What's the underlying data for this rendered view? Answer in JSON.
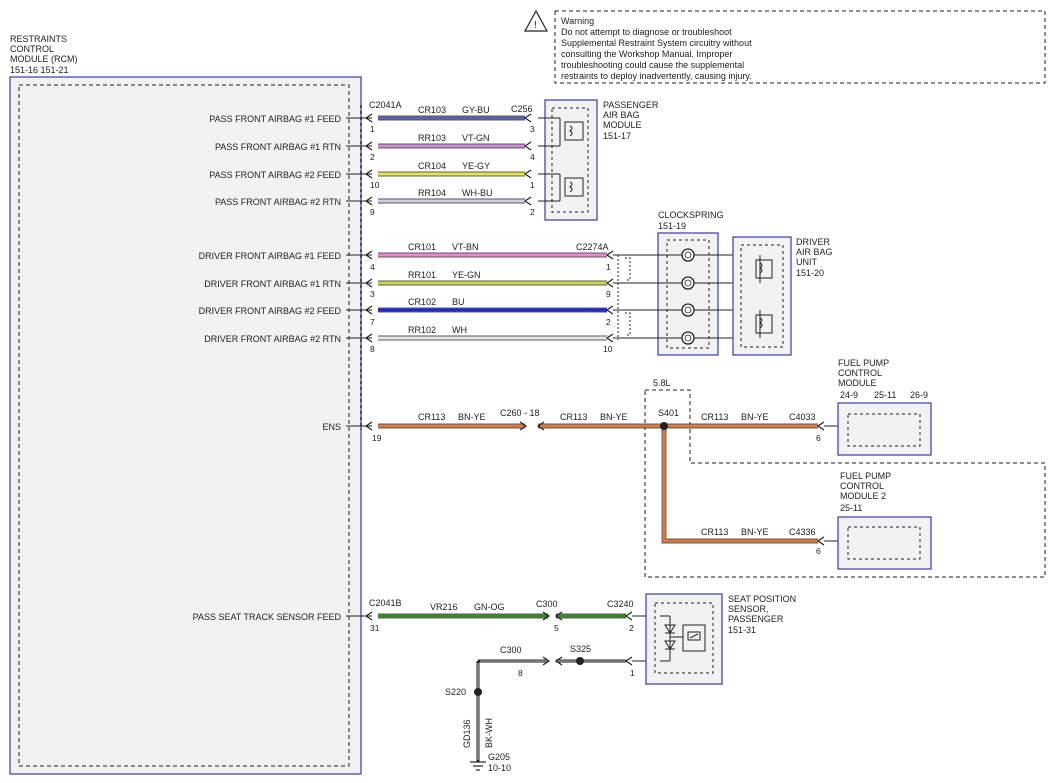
{
  "warning": {
    "lines": [
      "Warning",
      "Do not attempt to diagnose or troubleshoot",
      "Supplemental Restraint System circuitry without",
      "consulting the Workshop Manual. Improper",
      "troubleshooting could cause the supplemental",
      "restraints to deploy inadvertently, causing injury."
    ]
  },
  "rcm": {
    "title_lines": [
      "RESTRAINTS",
      "CONTROL",
      "MODULE (RCM)"
    ],
    "refs": "151-16   151-21",
    "pins": [
      "PASS FRONT AIRBAG #1 FEED",
      "PASS FRONT AIRBAG #1 RTN",
      "PASS FRONT AIRBAG #2 FEED",
      "PASS FRONT AIRBAG #2 RTN",
      "DRIVER FRONT AIRBAG #1 FEED",
      "DRIVER FRONT AIRBAG #1 RTN",
      "DRIVER FRONT AIRBAG #2 FEED",
      "DRIVER FRONT AIRBAG #2 RTN",
      "ENS",
      "PASS SEAT TRACK SENSOR FEED"
    ]
  },
  "connectors": {
    "c2041a": "C2041A",
    "c256": "C256",
    "c2274a": "C2274A",
    "c260": "C260 - 18",
    "s401": "S401",
    "c4033": "C4033",
    "c4336": "C4336",
    "c2041b": "C2041B",
    "c300a": "C300",
    "c3240": "C3240",
    "c300b": "C300",
    "s325": "S325",
    "s220": "S220",
    "g205": "G205",
    "g205_ref": "10-10"
  },
  "pin_numbers": {
    "rcm_pass": [
      "1",
      "2",
      "10",
      "9"
    ],
    "pab": [
      "3",
      "4",
      "1",
      "2"
    ],
    "rcm_driver": [
      "4",
      "3",
      "7",
      "8"
    ],
    "cs": [
      "1",
      "9",
      "2",
      "10"
    ],
    "ens_rcm": "19",
    "fp1": "6",
    "fp2": "6",
    "seat_rcm": "31",
    "seat_c300": "5",
    "seat_c3240": "2",
    "seat_c3240_b": "1",
    "seat_c300_b": "8"
  },
  "wires": {
    "pass": [
      {
        "circuit": "CR103",
        "color": "GY-BU"
      },
      {
        "circuit": "RR103",
        "color": "VT-GN"
      },
      {
        "circuit": "CR104",
        "color": "YE-GY"
      },
      {
        "circuit": "RR104",
        "color": "WH-BU"
      }
    ],
    "driver": [
      {
        "circuit": "CR101",
        "color": "VT-BN"
      },
      {
        "circuit": "RR101",
        "color": "YE-GN"
      },
      {
        "circuit": "CR102",
        "color": "BU"
      },
      {
        "circuit": "RR102",
        "color": "WH"
      }
    ],
    "ens": {
      "circuit": "CR113",
      "color": "BN-YE"
    },
    "seat": {
      "circuit": "VR216",
      "color": "GN-OG"
    },
    "ground": {
      "circuit": "GD136",
      "color": "BK-WH"
    }
  },
  "modules": {
    "passenger_airbag": {
      "lines": [
        "PASSENGER",
        "AIR BAG",
        "MODULE"
      ],
      "ref": "151-17"
    },
    "clockspring": {
      "lines": [
        "CLOCKSPRING"
      ],
      "ref": "151-19"
    },
    "driver_airbag": {
      "lines": [
        "DRIVER",
        "AIR BAG",
        "UNIT"
      ],
      "ref": "151-20"
    },
    "engine_variant": "5.8L",
    "fuel_pump_1": {
      "lines": [
        "FUEL PUMP",
        "CONTROL",
        "MODULE"
      ],
      "refs": [
        "24-9",
        "25-11",
        "26-9"
      ]
    },
    "fuel_pump_2": {
      "lines": [
        "FUEL PUMP",
        "CONTROL",
        "MODULE 2"
      ],
      "ref": "25-11"
    },
    "seat_sensor": {
      "lines": [
        "SEAT POSITION",
        "SENSOR,",
        "PASSENGER"
      ],
      "ref": "151-31"
    }
  },
  "wire_colors": {
    "gy_bu": "#5a5fb0",
    "vt_gn": "#d08ad8",
    "ye_gy": "#e6e64a",
    "wh_bu": "#d0d0e8",
    "vt_bn": "#e88ad0",
    "ye_gn": "#c8d84a",
    "bu": "#1a2ad8",
    "wh": "#e8e8e8",
    "bn_ye": "#e07a3a",
    "gn_og": "#3a8a2a",
    "bk_wh": "#222222",
    "module_border": "#3a3aa8",
    "module_fill": "#f2f2f2"
  }
}
